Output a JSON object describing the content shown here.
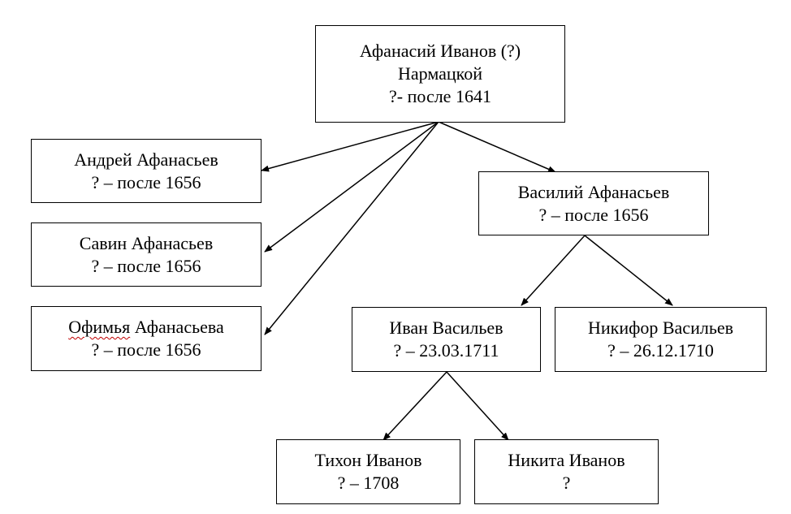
{
  "nodes": {
    "afanasiy": {
      "lines": [
        "Афанасий Иванов (?)",
        "Нармацкой",
        "?- после 1641"
      ]
    },
    "andrey": {
      "lines": [
        "Андрей Афанасьев",
        "? – после 1656"
      ]
    },
    "savin": {
      "lines": [
        "Савин Афанасьев",
        "? – после 1656"
      ]
    },
    "ofimya": {
      "first_word": "Офимья",
      "surname": "Афанасьева",
      "dates": "? – после 1656"
    },
    "vasiliy": {
      "lines": [
        "Василий Афанасьев",
        "? – после 1656"
      ]
    },
    "ivan": {
      "lines": [
        "Иван Васильев",
        "? – 23.03.1711"
      ]
    },
    "nikifor": {
      "lines": [
        "Никифор Васильев",
        "? – 26.12.1710"
      ]
    },
    "tikhon": {
      "lines": [
        "Тихон Иванов",
        "? – 1708"
      ]
    },
    "nikita": {
      "lines": [
        "Никита Иванов",
        "?"
      ]
    }
  }
}
